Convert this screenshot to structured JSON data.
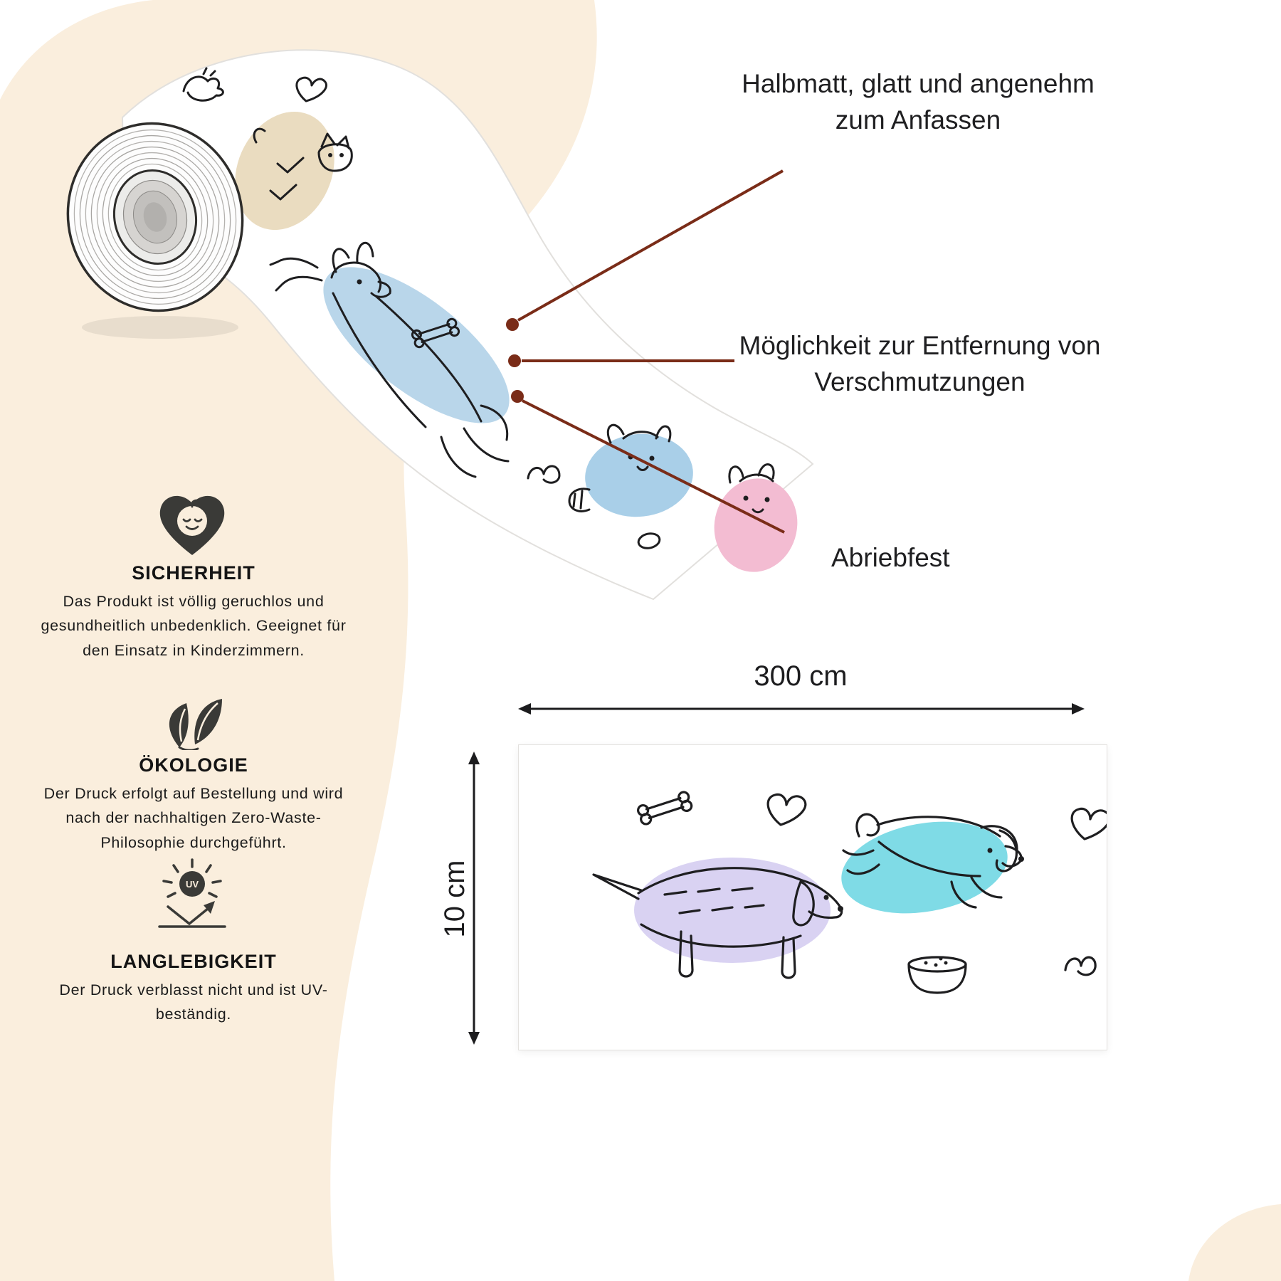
{
  "annotations": {
    "surface": "Halbmatt, glatt und angenehm zum Anfassen",
    "cleaning": "Möglichkeit zur Entfernung von Verschmutzungen",
    "abrasion": "Abriebfest"
  },
  "features": [
    {
      "title": "SICHERHEIT",
      "text": "Das Produkt ist völlig geruchlos und gesundheitlich unbedenklich. Geeignet für den Einsatz in Kinderzimmern.",
      "icon": "baby-heart-icon"
    },
    {
      "title": "ÖKOLOGIE",
      "text": "Der Druck erfolgt auf Bestellung und wird nach der nachhaltigen Zero-Waste-Philosophie durchgeführt.",
      "icon": "eco-leaves-icon"
    },
    {
      "title": "LANGLEBIGKEIT",
      "text": "Der Druck verblasst nicht und ist UV-beständig.",
      "icon": "uv-sun-icon"
    }
  ],
  "dimensions": {
    "width": "300 cm",
    "height": "10 cm"
  },
  "icons": {
    "uv_label": "UV"
  },
  "colors": {
    "background": "#ffffff",
    "blob_cream": "#faeedd",
    "callout_line": "#7a2c18",
    "ink": "#1e1e20",
    "icon_dark": "#3a3a37",
    "doodle_blue": "#b9d6ea",
    "doodle_light_blue": "#a9cfe8",
    "doodle_beige": "#eadcc0",
    "doodle_pink": "#f3bcd2",
    "doodle_purple": "#d9d2f2",
    "doodle_teal": "#7fdbe6"
  }
}
